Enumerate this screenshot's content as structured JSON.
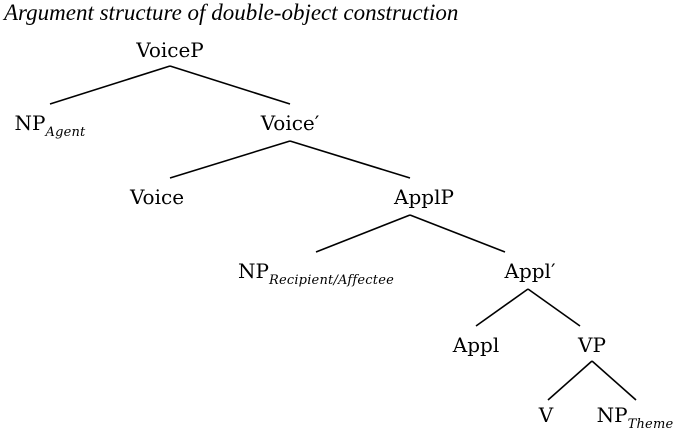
{
  "title": "Argument structure of double-object construction",
  "tree": {
    "voiceP": {
      "label": "VoiceP"
    },
    "np_agent": {
      "label": "NP",
      "subscript": "Agent"
    },
    "voice_bar": {
      "label": "Voice′"
    },
    "voice": {
      "label": "Voice"
    },
    "applP": {
      "label": "ApplP"
    },
    "np_recipient": {
      "label": "NP",
      "subscript": "Recipient/Affectee"
    },
    "appl_bar": {
      "label": "Appl′"
    },
    "appl": {
      "label": "Appl"
    },
    "vp": {
      "label": "VP"
    },
    "v": {
      "label": "V"
    },
    "np_theme": {
      "label": "NP",
      "subscript": "Theme"
    }
  }
}
